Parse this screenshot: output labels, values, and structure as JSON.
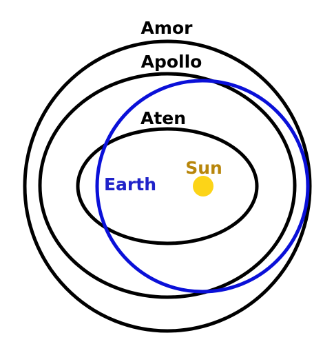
{
  "labels": {
    "amor": "Amor",
    "apollo": "Apollo",
    "aten": "Aten",
    "earth": "Earth",
    "sun": "Sun"
  },
  "colors": {
    "orbit_outline": "#000000",
    "earth_orbit": "#0a10d8",
    "earth_label": "#1f22c9",
    "sun_label": "#b8860b",
    "sun_fill": "#fcd418"
  }
}
